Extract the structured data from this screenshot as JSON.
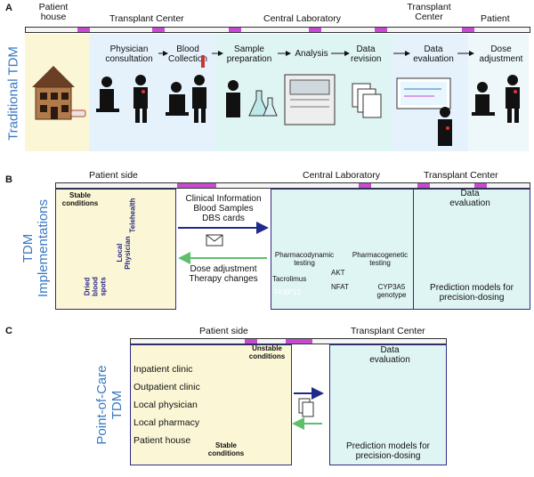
{
  "panel_a": {
    "letter": "A",
    "title": "Traditional TDM",
    "headers": [
      "Patient house",
      "Transplant Center",
      "Central Laboratory",
      "Transplant Center",
      "Patient"
    ],
    "steps": [
      "Physician consultation",
      "Blood Collection",
      "Sample preparation",
      "Analysis",
      "Data revision",
      "Data evaluation",
      "Dose adjustment"
    ]
  },
  "panel_b": {
    "letter": "B",
    "title": "TDM Implementations",
    "headers": [
      "Patient side",
      "Central Laboratory",
      "Transplant Center"
    ],
    "stable": "Stable conditions",
    "telehealth": "Telehealth",
    "local_physician": "Local Physician",
    "dried_blood": "Dried blood spots",
    "info_lines": [
      "Clinical Information",
      "Blood Samples",
      "DBS cards"
    ],
    "feedback_lines": [
      "Dose adjustment",
      "Therapy changes"
    ],
    "pharmacodynamic": "Pharmacodynamic testing",
    "pharmacogenetic": "Pharmacogenetic testing",
    "cyp": "CYP3A5 genotype",
    "akt": "AKT",
    "nfat": "NFAT",
    "tacrolimus": "Tacrolimus",
    "fkbp": "FKBP12",
    "data_eval": "Data evaluation",
    "prediction": "Prediction models for precision-dosing"
  },
  "panel_c": {
    "letter": "C",
    "title": "Point-of-Care TDM",
    "headers": [
      "Patient side",
      "Transplant Center"
    ],
    "places": [
      "Inpatient clinic",
      "Outpatient clinic",
      "Local physician",
      "Local pharmacy",
      "Patient house"
    ],
    "unstable": "Unstable conditions",
    "stable": "Stable conditions",
    "data_eval": "Data evaluation",
    "prediction": "Prediction models for precision-dosing"
  },
  "colors": {
    "accent_blue": "#3a78c2",
    "tick_magenta": "#c64bd0",
    "zone_yellow": "#fbf7d6",
    "zone_cyan": "#dff5f3",
    "zone_lightblue": "#e6f2fb",
    "arrow_navy": "#1f2a8a",
    "arrow_green": "#5fbf6a"
  }
}
